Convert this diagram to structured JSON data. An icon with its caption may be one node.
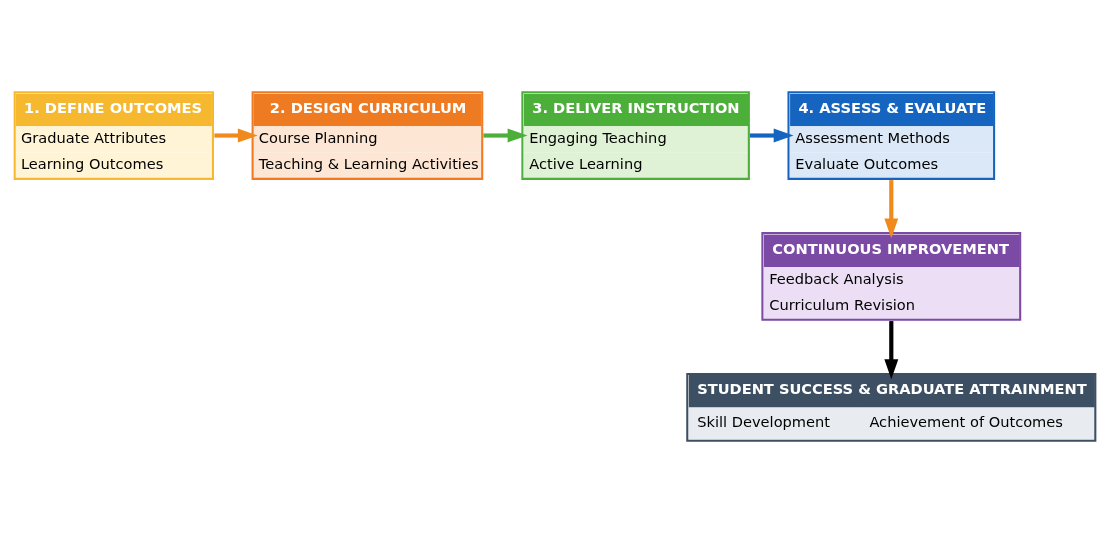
{
  "diagram": {
    "nodes": [
      {
        "text": [
          "1. DEFINE OUTCOMES",
          "Graduate Attributes",
          "Learning Outcomes"
        ]
      },
      {
        "text": [
          "2. DESIGN CURRICULUM",
          "Course Planning",
          "Teaching & Learning Activities"
        ]
      },
      {
        "text": [
          "3. DELIVER INSTRUCTION",
          "Engaging Teaching",
          "Active Learning"
        ]
      },
      {
        "text": [
          "4. ASSESS & EVALUATE",
          "Assessment Methods",
          "Evaluate Outcomes"
        ]
      },
      {
        "text": [
          "CONTINUOUS IMPROVEMENT",
          "Feedback Analysis",
          "Curriculum Revision"
        ]
      },
      {
        "text": [
          "STUDENT SUCCESS & GRADUATE ATTRAINMENT",
          "Skill Development",
          "Achievement of Outcomes"
        ]
      }
    ],
    "edges": [
      {
        "from": 0,
        "to": 1,
        "arrow": "to",
        "color": "#f08a1c"
      },
      {
        "from": 1,
        "to": 2,
        "arrow": "to",
        "color": "#4caf3a"
      },
      {
        "from": 2,
        "to": 3,
        "arrow": "to",
        "color": "#1565c0"
      },
      {
        "from": 3,
        "to": 4,
        "arrow": "to",
        "color": "#f08a1c"
      },
      {
        "from": 4,
        "to": 5,
        "arrow": "to",
        "color": "#000000"
      }
    ]
  }
}
